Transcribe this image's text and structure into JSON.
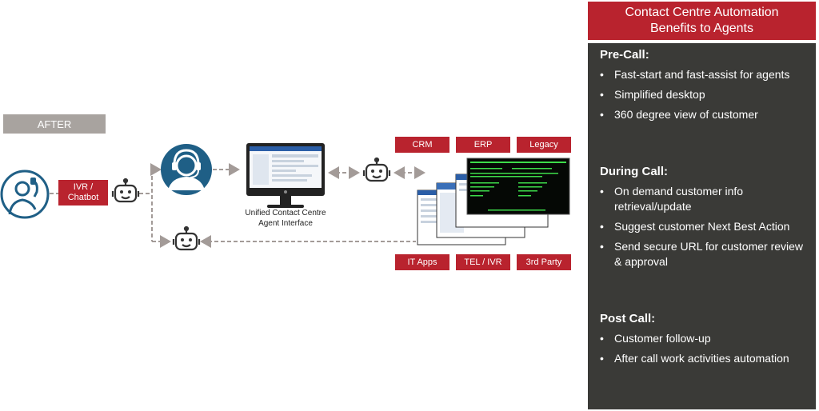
{
  "diagram": {
    "after_label": "AFTER",
    "ivr_chatbot": [
      "IVR /",
      "Chatbot"
    ],
    "agent_interface": [
      "Unified Contact Centre",
      "Agent Interface"
    ],
    "systems_top": [
      "CRM",
      "ERP",
      "Legacy"
    ],
    "systems_bottom": [
      "IT Apps",
      "TEL / IVR",
      "3rd Party"
    ]
  },
  "panel": {
    "title": [
      "Contact Centre Automation",
      "Benefits to Agents"
    ],
    "sections": [
      {
        "heading": "Pre-Call:",
        "items": [
          "Fast-start and fast-assist for agents",
          "Simplified desktop",
          "360 degree view of customer"
        ]
      },
      {
        "heading": "During Call:",
        "items": [
          "On demand customer info retrieval/update",
          "Suggest customer Next Best Action",
          "Send secure URL for customer review & approval"
        ]
      },
      {
        "heading": "Post Call:",
        "items": [
          "Customer follow-up",
          "After call work activities automation"
        ]
      }
    ]
  },
  "colors": {
    "accent_red": "#b9232e",
    "teal": "#1f5f86",
    "panel_bg": "#3a3a37",
    "after_grey": "#a8a39f",
    "connector": "#a39b98"
  }
}
